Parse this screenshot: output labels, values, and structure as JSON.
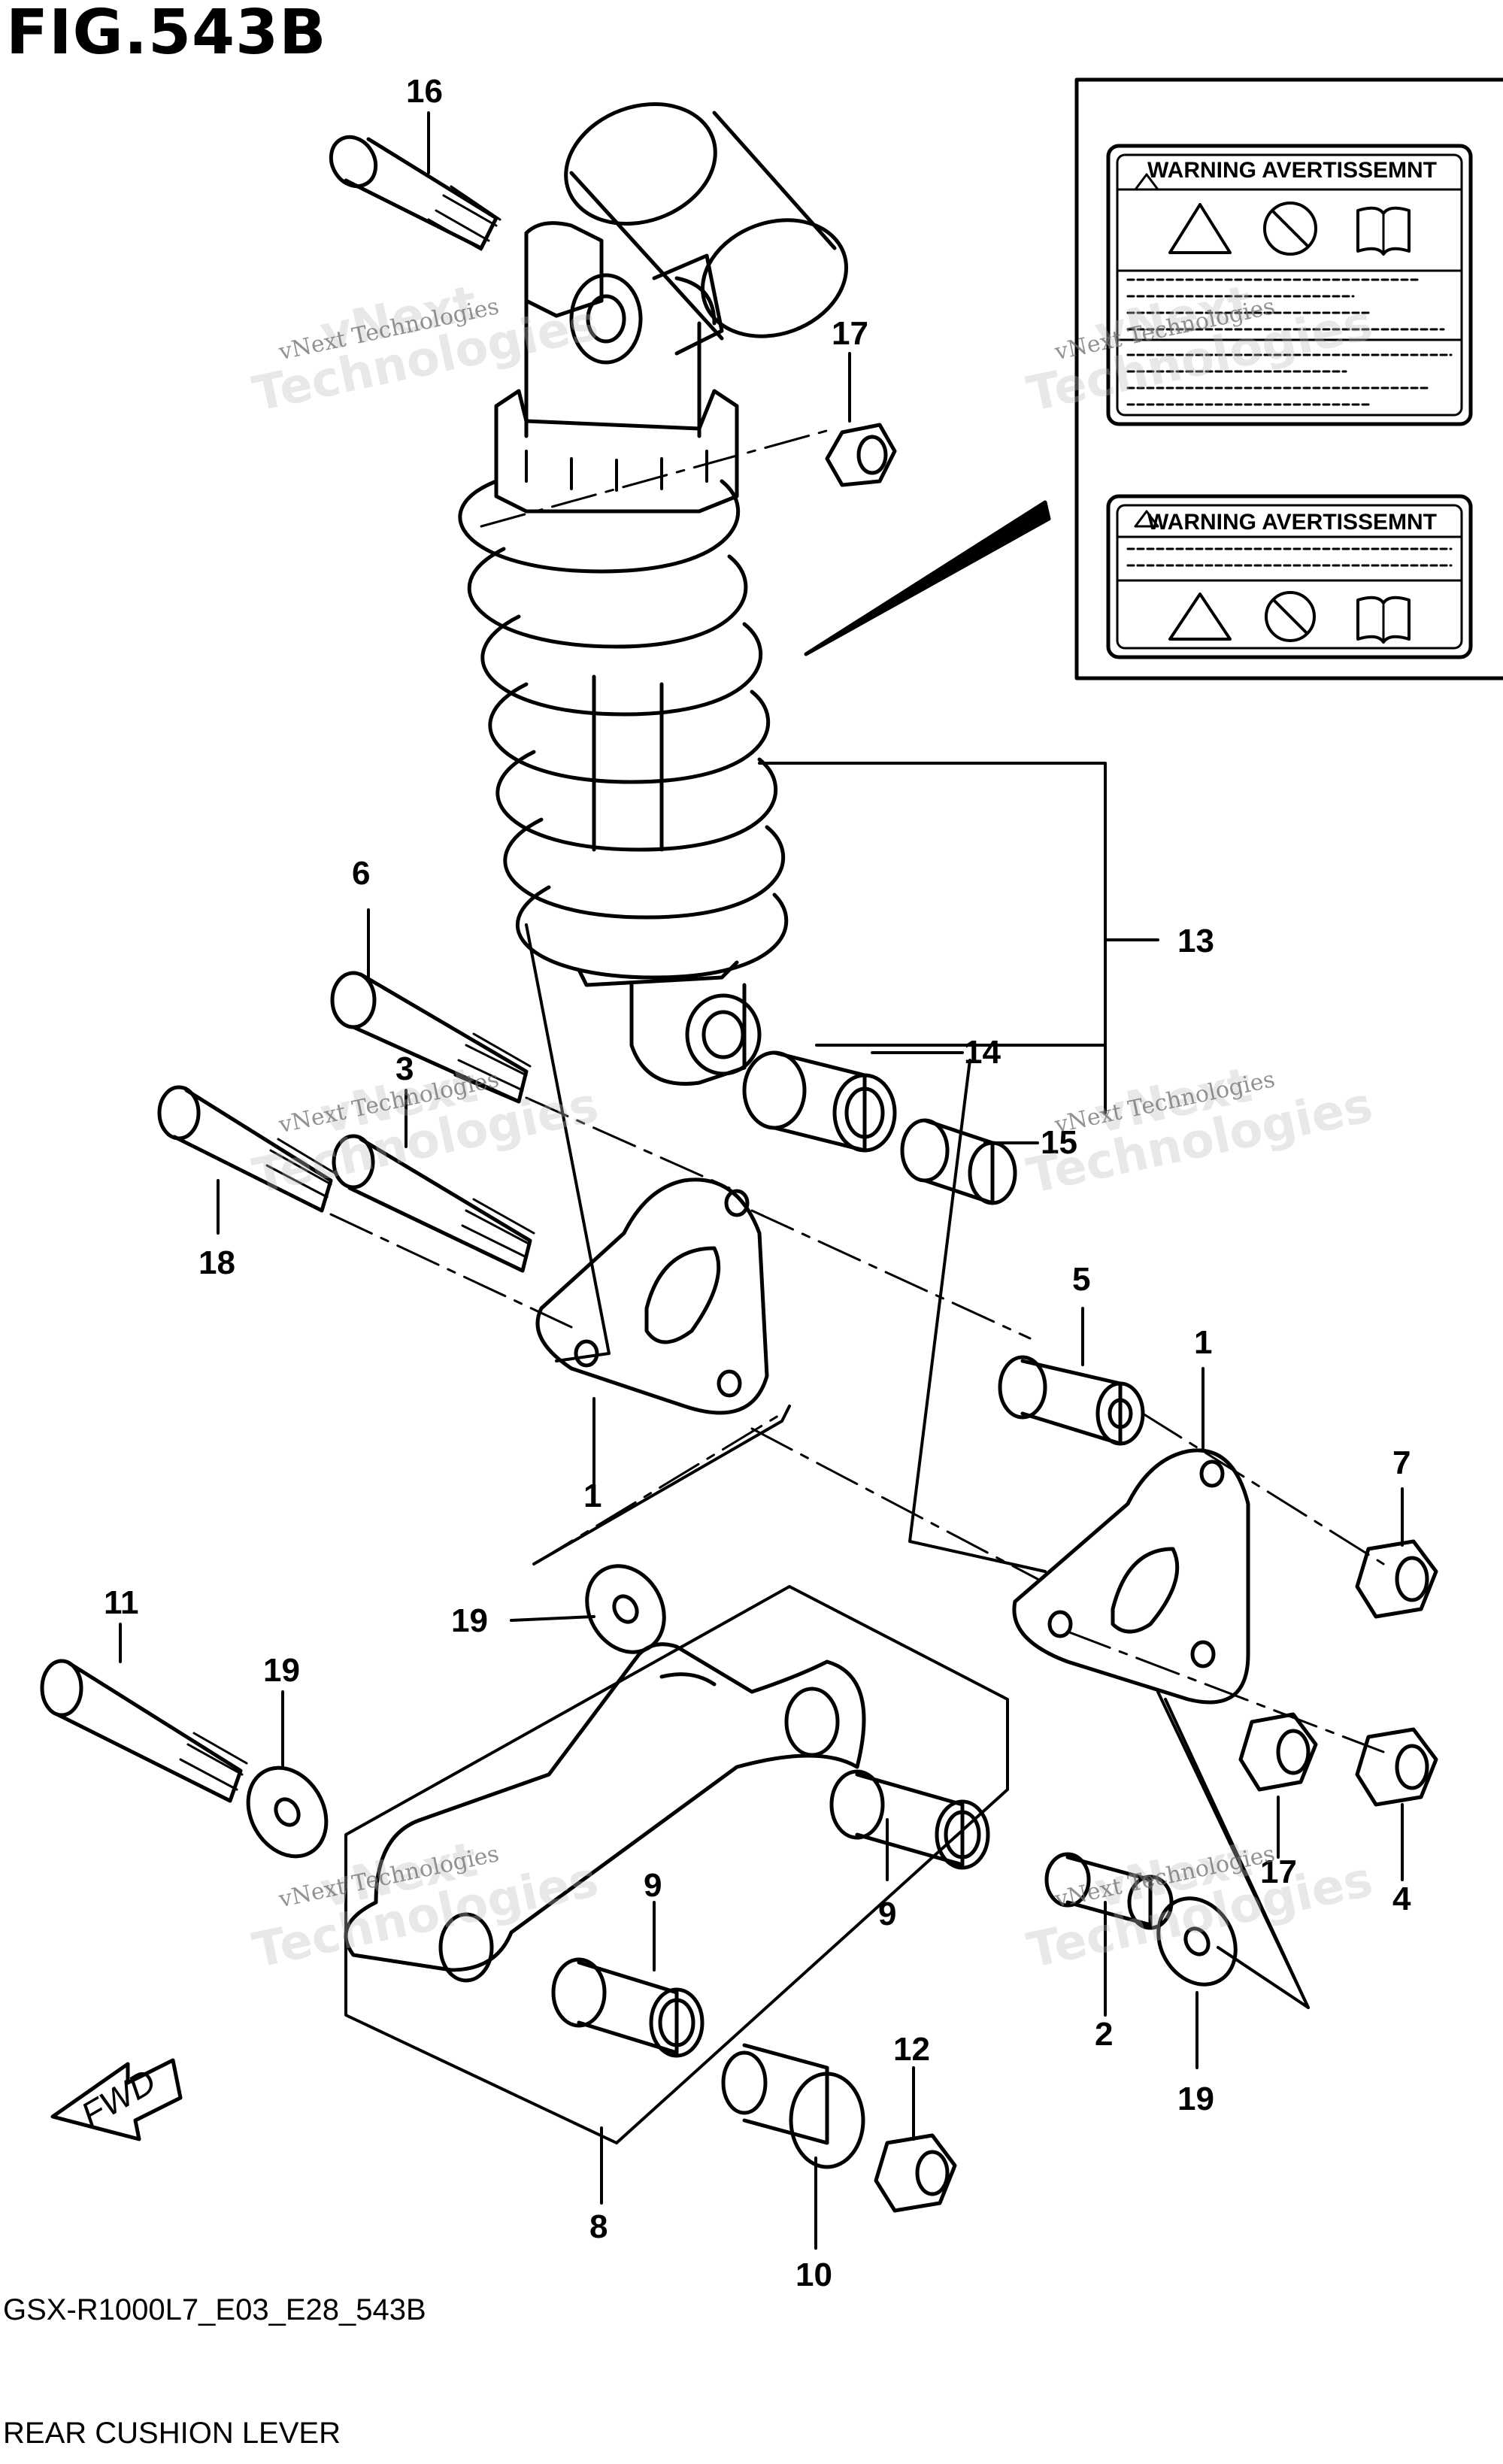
{
  "figure": {
    "title": "FIG.543B",
    "code": "GSX-R1000L7_E03_E28_543B",
    "name": "REAR CUSHION LEVER"
  },
  "labels": {
    "l1a": "1",
    "l1b": "1",
    "l2": "2",
    "l3": "3",
    "l4": "4",
    "l5": "5",
    "l6": "6",
    "l7": "7",
    "l8": "8",
    "l9a": "9",
    "l9b": "9",
    "l10": "10",
    "l11": "11",
    "l12": "12",
    "l13": "13",
    "l14": "14",
    "l15": "15",
    "l16": "16",
    "l17a": "17",
    "l17b": "17",
    "l18": "18",
    "l19a": "19",
    "l19b": "19",
    "l19c": "19"
  },
  "warning_label": {
    "text_top": "WARNING AVERTISSEMNT",
    "text_bottom": "WARNING AVERTISSEMNT"
  },
  "fwd_arrow": {
    "text": "FWD"
  },
  "watermark": {
    "line1": "vNext Technologies",
    "line2": "vNext",
    "line3": "Technologies"
  }
}
